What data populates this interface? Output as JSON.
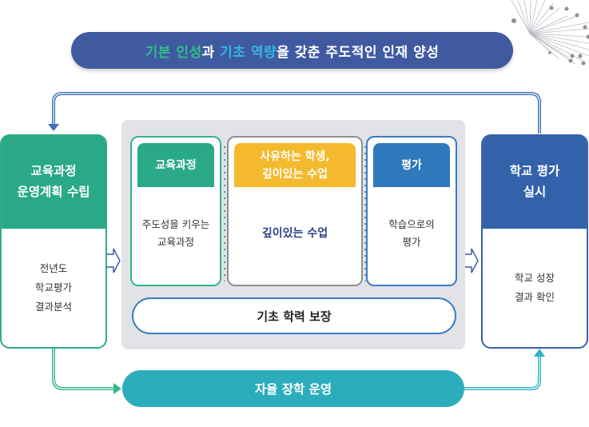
{
  "banner": {
    "segments": [
      {
        "text": "기본 인성",
        "color": "#2fbf86"
      },
      {
        "text": "과 ",
        "color": "#ffffff"
      },
      {
        "text": "기초 역량",
        "color": "#33b7e6"
      },
      {
        "text": "을 갖춘 주도적인 인재 양성",
        "color": "#ffffff"
      }
    ]
  },
  "left_card": {
    "title_line1": "교육과정",
    "title_line2": "운영계획 수립",
    "body_line1": "전년도",
    "body_line2": "학교평가",
    "body_line3": "결과분석",
    "color": "#2aa987"
  },
  "inner_cards": [
    {
      "title_line1": "교육과정",
      "title_line2": "",
      "body_line1": "주도성을 키우는",
      "body_line2": "교육과정",
      "color": "#2aa987"
    },
    {
      "title_line1": "사유하는 학생,",
      "title_line2": "깊이있는 수업",
      "body_line1": "깊이있는 수업",
      "body_line2": "",
      "color": "#f4b92c"
    },
    {
      "title_line1": "평가",
      "title_line2": "",
      "body_line1": "학습으로의",
      "body_line2": "평가",
      "color": "#2f78bb"
    }
  ],
  "basic_pill": {
    "label": "기초 학력 보장"
  },
  "right_card": {
    "title_line1": "학교 평가",
    "title_line2": "실시",
    "body_line1": "학교 성장",
    "body_line2": "결과 확인",
    "color": "#3462aa"
  },
  "auto_pill": {
    "label": "자율 장학 운영",
    "color": "#2cadbc"
  },
  "icons": {
    "decoration": "burst-lines-icon",
    "flow_arrow": "hollow-arrow-right-icon"
  }
}
